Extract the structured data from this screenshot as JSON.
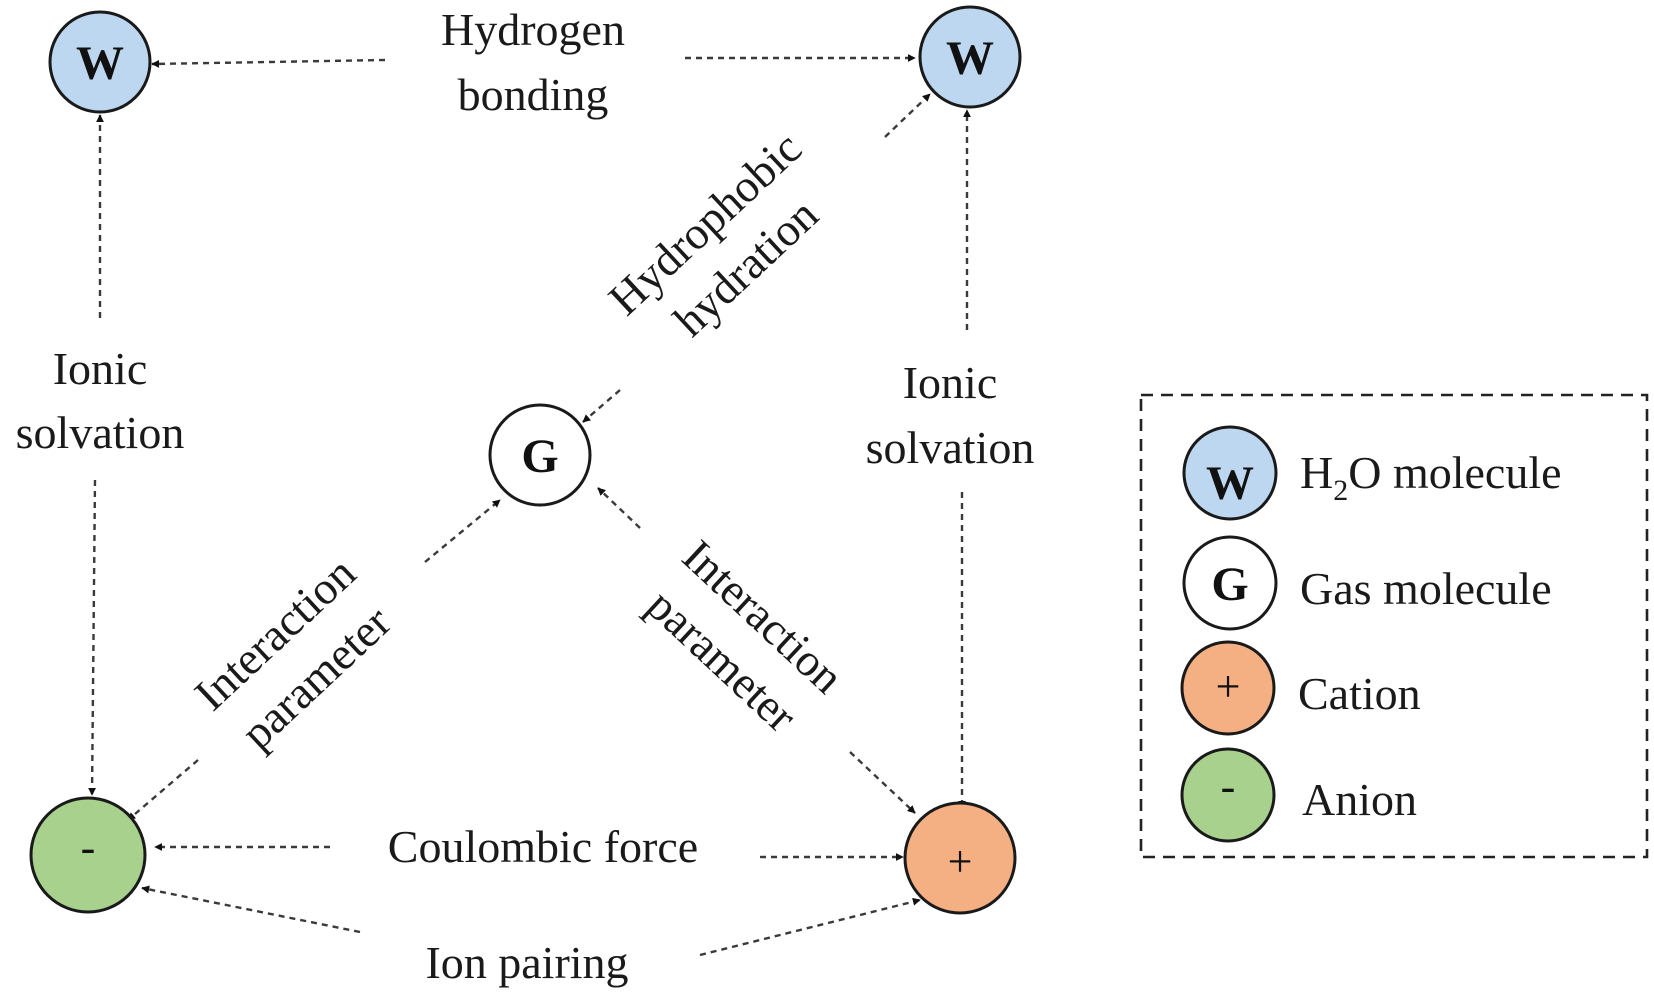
{
  "colors": {
    "water": "#bcd7ef",
    "gas": "#ffffff",
    "cation": "#f4b083",
    "anion": "#a9d18e"
  },
  "nodes": {
    "water_left": "W",
    "water_right": "W",
    "gas": "G",
    "anion": "-",
    "cation": "+"
  },
  "edges": {
    "hydrogen_bonding": [
      "Hydrogen",
      "bonding"
    ],
    "ionic_solvation_left": [
      "Ionic",
      "solvation"
    ],
    "ionic_solvation_right": [
      "Ionic",
      "solvation"
    ],
    "hydrophobic_hydration": [
      "Hydrophobic",
      "hydration"
    ],
    "interaction_left": [
      "Interaction",
      "parameter"
    ],
    "interaction_right": [
      "Interaction",
      "parameter"
    ],
    "coulombic_force": "Coulombic force",
    "ion_pairing": "Ion pairing"
  },
  "legend": {
    "water": {
      "symbol": "W",
      "label_pre": "H",
      "label_sub": "2",
      "label_post": "O molecule"
    },
    "gas": {
      "symbol": "G",
      "label": "Gas molecule"
    },
    "cation": {
      "symbol": "+",
      "label": "Cation"
    },
    "anion": {
      "symbol": "-",
      "label": "Anion"
    }
  }
}
